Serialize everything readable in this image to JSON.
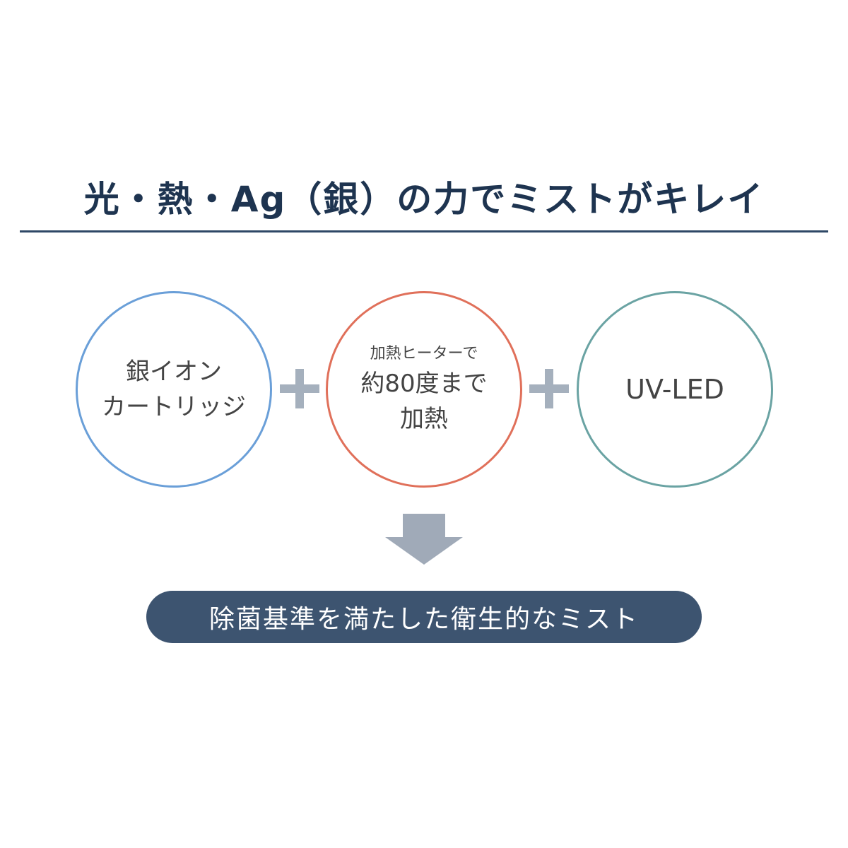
{
  "title": "光・熱・Ag（銀）の力でミストがキレイ",
  "circles": [
    {
      "lines": [
        "銀イオン",
        "カートリッジ"
      ],
      "color": "#6a9fd8"
    },
    {
      "lines": [
        "加熱ヒーターで",
        "約80度まで",
        "加熱"
      ],
      "color": "#e0705a"
    },
    {
      "lines": [
        "UV-LED"
      ],
      "color": "#6aa3a3"
    }
  ],
  "result": "除菌基準を満たした衛生的なミスト",
  "colors": {
    "title": "#1e3450",
    "plus": "#a5b0bd",
    "arrow": "#a0aab8",
    "pill": "#3d5470"
  }
}
